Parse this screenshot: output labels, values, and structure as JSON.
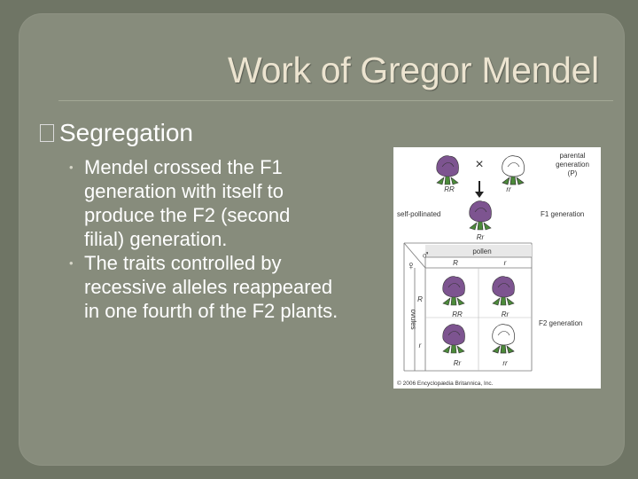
{
  "slide": {
    "title": "Work of Gregor Mendel",
    "heading": "Segregation",
    "bullets": [
      [
        "Mendel crossed the F1",
        "generation with itself to",
        "produce the F2 (second",
        "filial) generation."
      ],
      [
        "The traits controlled by",
        "recessive alleles reappeared",
        "in one fourth of the F2 plants."
      ]
    ]
  },
  "figure": {
    "cross_symbol": "×",
    "parental_label": [
      "parental",
      "generation",
      "(P)"
    ],
    "rr_dominant": "RR",
    "rr_recessive": "rr",
    "self_pollinated": "self-pollinated",
    "f1_generation": "F1 generation",
    "f1_genotype": "Rr",
    "male_symbol": "♂",
    "female_symbol": "♀",
    "pollen": "pollen",
    "pollen_alleles": [
      "R",
      "r"
    ],
    "ovules": "ovules",
    "ovule_alleles": [
      "R",
      "r"
    ],
    "punnett": [
      "RR",
      "Rr",
      "Rr",
      "rr"
    ],
    "f2_generation": "F2 generation",
    "copyright": "© 2006 Encyclopædia Britannica, Inc.",
    "colors": {
      "purple_flower": "#7d5490",
      "white_flower": "#ffffff",
      "leaf": "#4c8a3a",
      "pollen_band": "#e8e8e8"
    }
  }
}
